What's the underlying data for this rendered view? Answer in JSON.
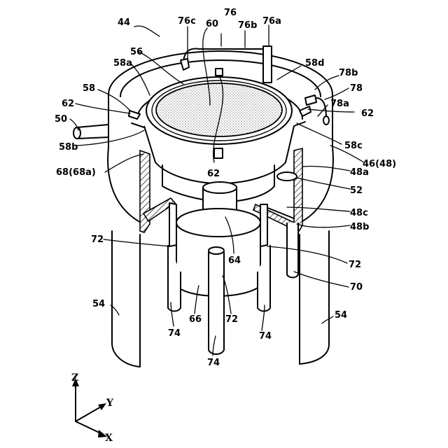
{
  "labels": {
    "l44": "44",
    "l76": "76",
    "l76c": "76c",
    "l60": "60",
    "l76b": "76b",
    "l76a": "76a",
    "l56": "56",
    "l58a": "58a",
    "l58d": "58d",
    "l78b": "78b",
    "l78": "78",
    "l58": "58",
    "l62a": "62",
    "l78a": "78a",
    "l62b": "62",
    "l50": "50",
    "l58b": "58b",
    "l58c": "58c",
    "l62c": "62",
    "l46": "46(48)",
    "l68": "68(68a)",
    "l48a": "48a",
    "l52": "52",
    "l48c": "48c",
    "l48b": "48b",
    "l64": "64",
    "l72a": "72",
    "l72b": "72",
    "l72c": "72",
    "l70": "70",
    "l54a": "54",
    "l54b": "54",
    "l66": "66",
    "l74a": "74",
    "l74b": "74",
    "l74c": "74"
  },
  "axes": {
    "z": "Z",
    "y": "Y",
    "x": "X"
  }
}
